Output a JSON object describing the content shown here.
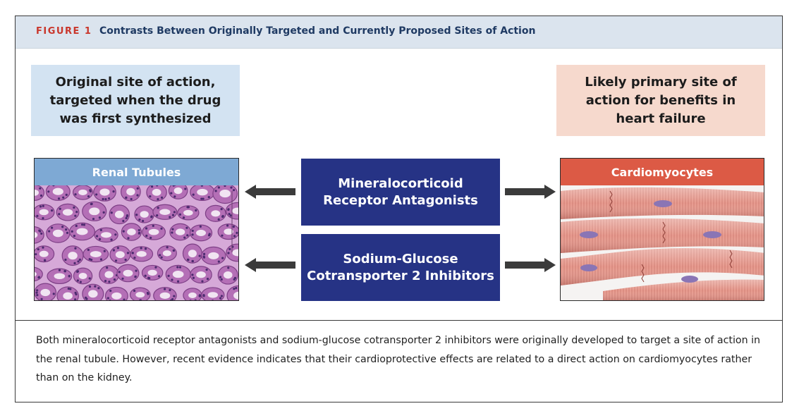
{
  "figure": {
    "number_label": "FIGURE 1",
    "title": "Contrasts Between Originally Targeted and Currently Proposed Sites of Action"
  },
  "original_site_box": {
    "text": "Original site of action,\ntargeted when the drug\nwas first synthesized"
  },
  "likely_site_box": {
    "text": "Likely primary site of\naction for benefits in\nheart failure"
  },
  "left_panel": {
    "label": "Renal Tubules"
  },
  "right_panel": {
    "label": "Cardiomyocytes"
  },
  "drugs": [
    {
      "label": "Mineralocorticoid\nReceptor Antagonists"
    },
    {
      "label": "Sodium-Glucose\nCotransporter 2 Inhibitors"
    }
  ],
  "caption": "Both mineralocorticoid receptor antagonists and sodium-glucose cotransporter 2 inhibitors were originally developed to target a site of action in the renal tubule. However, recent evidence indicates that their cardioprotective effects are related to a direct action on cardiomyocytes rather than on the kidney.",
  "colors": {
    "figure_number": "#c9362b",
    "title_text": "#1f3a63",
    "header_band": "#dbe4ee",
    "original_box": "#d3e3f2",
    "likely_box": "#f6d9cd",
    "renal_header": "#7ea9d4",
    "cardio_header": "#dc5a45",
    "drug_box": "#263385",
    "arrow": "#3b3b3b"
  }
}
